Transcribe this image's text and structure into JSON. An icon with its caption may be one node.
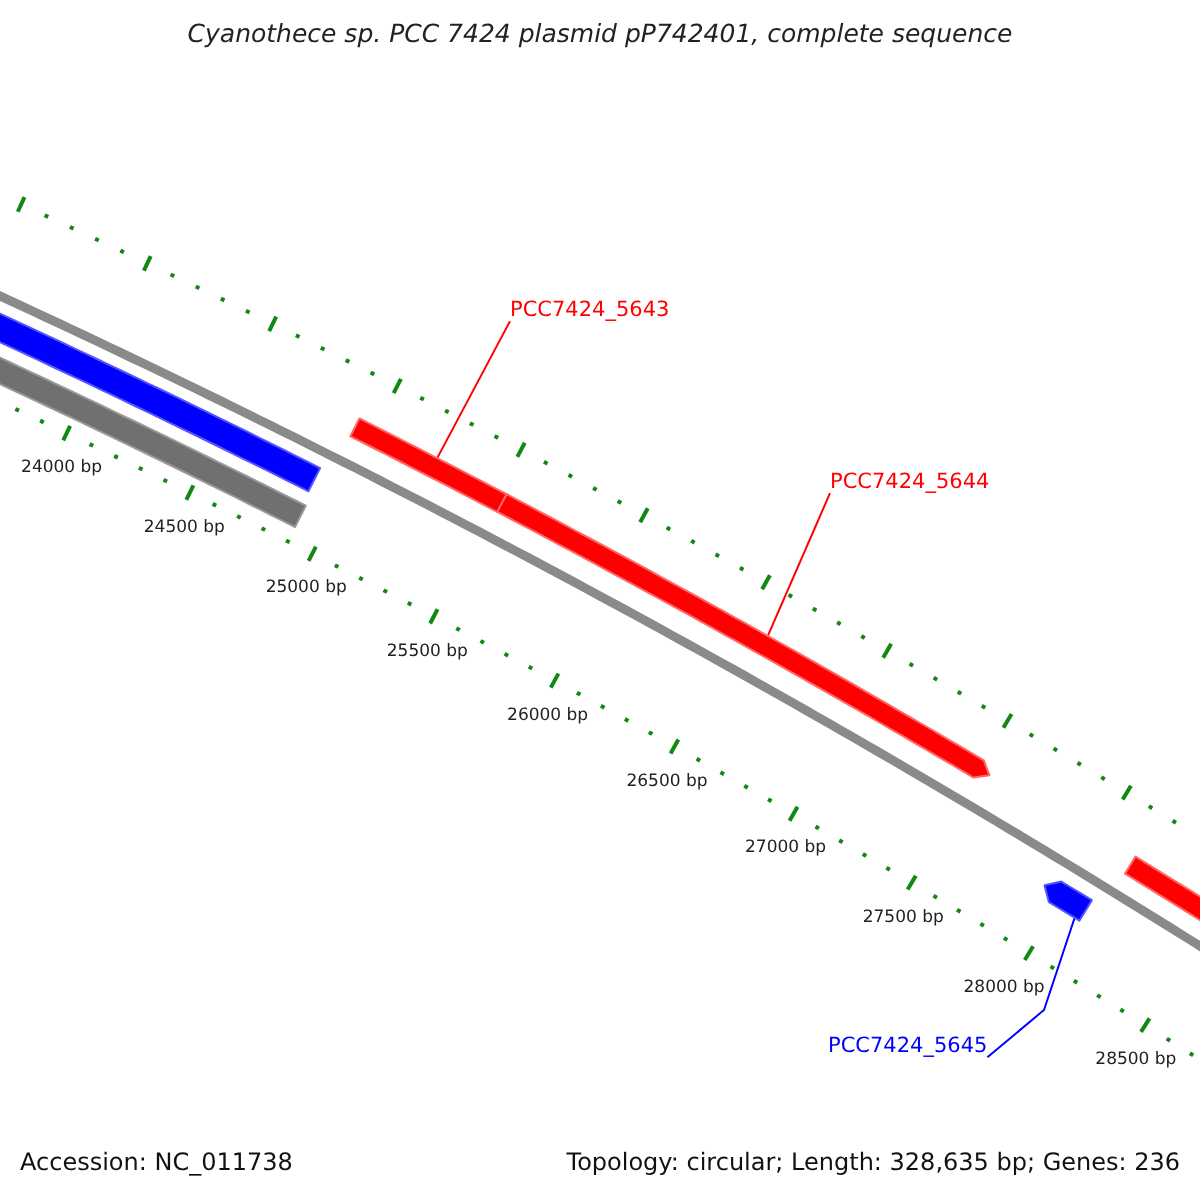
{
  "diagram": {
    "title": "Cyanothece sp. PCC 7424 plasmid pP742401, complete sequence",
    "nodes": [
      {
        "text": [
          "PCC7424_5643"
        ]
      },
      {
        "text": [
          "PCC7424_5644"
        ]
      },
      {
        "text": [
          "PCC7424_5645"
        ]
      },
      {
        "text": [],
        "shape": "bar"
      },
      {
        "text": [],
        "shape": "bar"
      },
      {
        "text": [],
        "shape": "bar"
      },
      {
        "text": [],
        "shape": "bar"
      },
      {
        "text": [],
        "shape": "bar"
      },
      {
        "text": [],
        "shape": "bar"
      }
    ],
    "edges": [
      {
        "from": 0,
        "to": 5,
        "arrow": "none",
        "color": "#ff0000"
      },
      {
        "from": 1,
        "to": 6,
        "arrow": "none",
        "color": "#ff0000"
      },
      {
        "from": 2,
        "to": 7,
        "arrow": "none",
        "color": "#0000ff"
      }
    ],
    "labels": [
      "24000 bp",
      "24500 bp",
      "25000 bp",
      "25500 bp",
      "26000 bp",
      "26500 bp",
      "27000 bp",
      "27500 bp",
      "28000 bp",
      "28500 bp",
      "Accession: NC_011738",
      "Topology: circular; Length: 328,635 bp; Genes: 236"
    ]
  }
}
